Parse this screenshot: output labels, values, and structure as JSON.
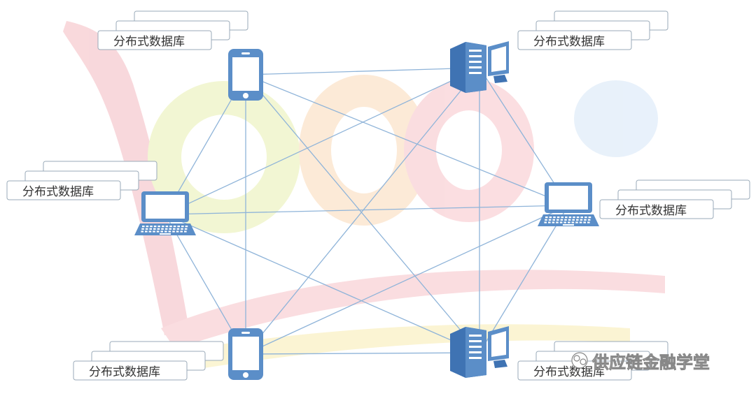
{
  "diagram": {
    "nodes": [
      {
        "id": "phone-top",
        "type": "smartphone",
        "label": "分布式数据库"
      },
      {
        "id": "desktop-top",
        "type": "desktop",
        "label": "分布式数据库"
      },
      {
        "id": "laptop-left",
        "type": "laptop",
        "label": "分布式数据库"
      },
      {
        "id": "laptop-right",
        "type": "laptop",
        "label": "分布式数据库"
      },
      {
        "id": "phone-bottom",
        "type": "smartphone",
        "label": "分布式数据库"
      },
      {
        "id": "desktop-bottom",
        "type": "desktop",
        "label": "分布式数据库"
      }
    ],
    "edges": "fully-connected",
    "colors": {
      "device": "#5b8ec8",
      "device_dark": "#3f73b3",
      "edge": "#8fb4d9",
      "box_border": "#9aaab8"
    }
  },
  "watermark": {
    "text": "供应链金融学堂"
  }
}
